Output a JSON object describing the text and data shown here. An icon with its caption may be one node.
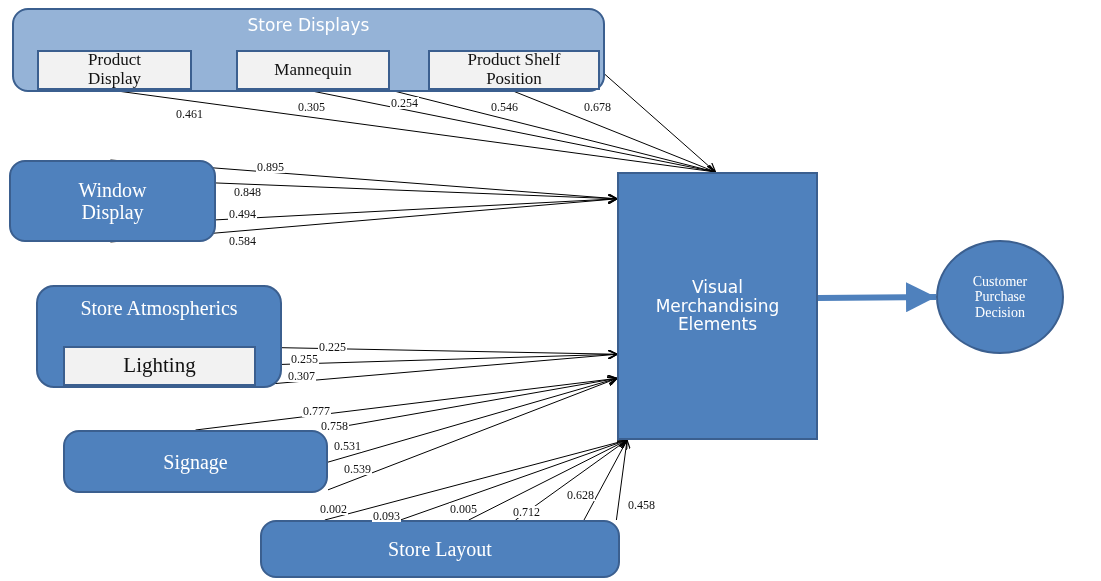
{
  "diagram": {
    "nodes": [
      {
        "text": [
          "Store Displays"
        ]
      },
      {
        "text": [
          "Product Display"
        ],
        "in": 0
      },
      {
        "text": [
          "Mannequin"
        ],
        "in": 0
      },
      {
        "text": [
          "Product Shelf Position"
        ],
        "in": 0
      },
      {
        "text": [
          "Window Display"
        ]
      },
      {
        "text": [
          "Store Atmospherics"
        ]
      },
      {
        "text": [
          "Lighting"
        ],
        "in": 5
      },
      {
        "text": [
          "Signage"
        ]
      },
      {
        "text": [
          "Store Layout"
        ]
      },
      {
        "text": [
          "Visual Merchandising Elements"
        ]
      },
      {
        "text": [
          "Customer Purchase Decision"
        ]
      }
    ],
    "edges": [
      {
        "from": 1,
        "to": 9,
        "arrow": "to",
        "label": "0.461"
      },
      {
        "from": 2,
        "to": 9,
        "arrow": "to",
        "label": "0.305"
      },
      {
        "from": 2,
        "to": 9,
        "arrow": "to",
        "label": "0.254"
      },
      {
        "from": 3,
        "to": 9,
        "arrow": "to",
        "label": "0.546"
      },
      {
        "from": 3,
        "to": 9,
        "arrow": "to",
        "label": "0.678"
      },
      {
        "from": 4,
        "to": 9,
        "arrow": "to",
        "label": "0.895"
      },
      {
        "from": 4,
        "to": 9,
        "arrow": "to",
        "label": "0.848"
      },
      {
        "from": 4,
        "to": 9,
        "arrow": "to",
        "label": "0.494"
      },
      {
        "from": 4,
        "to": 9,
        "arrow": "to",
        "label": "0.584"
      },
      {
        "from": 6,
        "to": 9,
        "arrow": "to",
        "label": "0.225"
      },
      {
        "from": 6,
        "to": 9,
        "arrow": "to",
        "label": "0.255"
      },
      {
        "from": 6,
        "to": 9,
        "arrow": "to",
        "label": "0.307"
      },
      {
        "from": 7,
        "to": 9,
        "arrow": "to",
        "label": "0.777"
      },
      {
        "from": 7,
        "to": 9,
        "arrow": "to",
        "label": "0.758"
      },
      {
        "from": 7,
        "to": 9,
        "arrow": "to",
        "label": "0.531"
      },
      {
        "from": 7,
        "to": 9,
        "arrow": "to",
        "label": "0.539"
      },
      {
        "from": 8,
        "to": 9,
        "arrow": "to",
        "label": "0.002"
      },
      {
        "from": 8,
        "to": 9,
        "arrow": "to",
        "label": "0.093"
      },
      {
        "from": 8,
        "to": 9,
        "arrow": "to",
        "label": "0.005"
      },
      {
        "from": 8,
        "to": 9,
        "arrow": "to",
        "label": "0.712"
      },
      {
        "from": 8,
        "to": 9,
        "arrow": "to",
        "label": "0.628"
      },
      {
        "from": 8,
        "to": 9,
        "arrow": "to",
        "label": "0.458"
      },
      {
        "from": 9,
        "to": 10,
        "arrow": "to",
        "style": "thick",
        "color": "#4f81bd"
      }
    ]
  }
}
